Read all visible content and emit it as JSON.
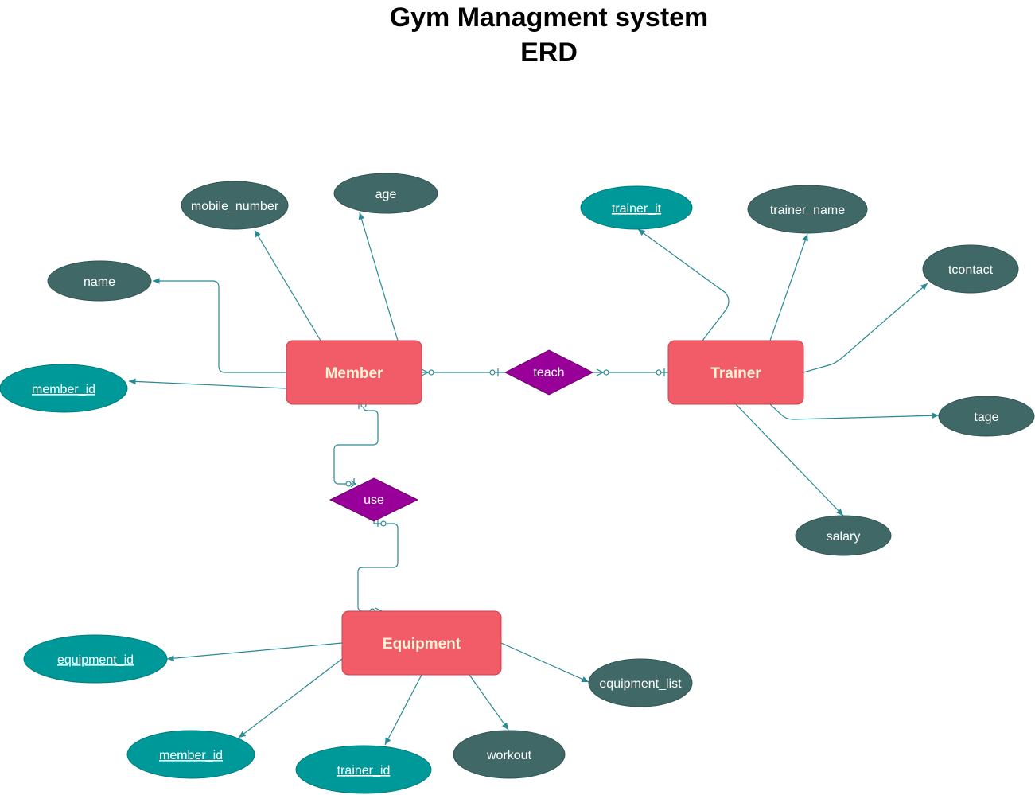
{
  "title": {
    "line1": "Gym Managment system",
    "line2": "ERD"
  },
  "colors": {
    "entity": "#f25c69",
    "entity_stroke": "#c94452",
    "entity_text": "#fff4d6",
    "attribute": "#3f6866",
    "key_attribute": "#009999",
    "relationship": "#990099",
    "edge": "#2a8a93"
  },
  "entities": {
    "member": "Member",
    "trainer": "Trainer",
    "equipment": "Equipment"
  },
  "relationships": {
    "teach": "teach",
    "use": "use"
  },
  "attributes": {
    "member": {
      "mobile_number": "mobile_number",
      "age": "age",
      "name": "name",
      "member_id": "member_id"
    },
    "trainer": {
      "trainer_it": "trainer_it",
      "trainer_name": "trainer_name",
      "tcontact": "tcontact",
      "tage": "tage",
      "salary": "salary"
    },
    "equipment": {
      "equipment_id": "equipment_id",
      "member_id": "member_id",
      "trainer_id": "trainer_id",
      "workout": "workout",
      "equipment_list": "equipment_list"
    }
  }
}
